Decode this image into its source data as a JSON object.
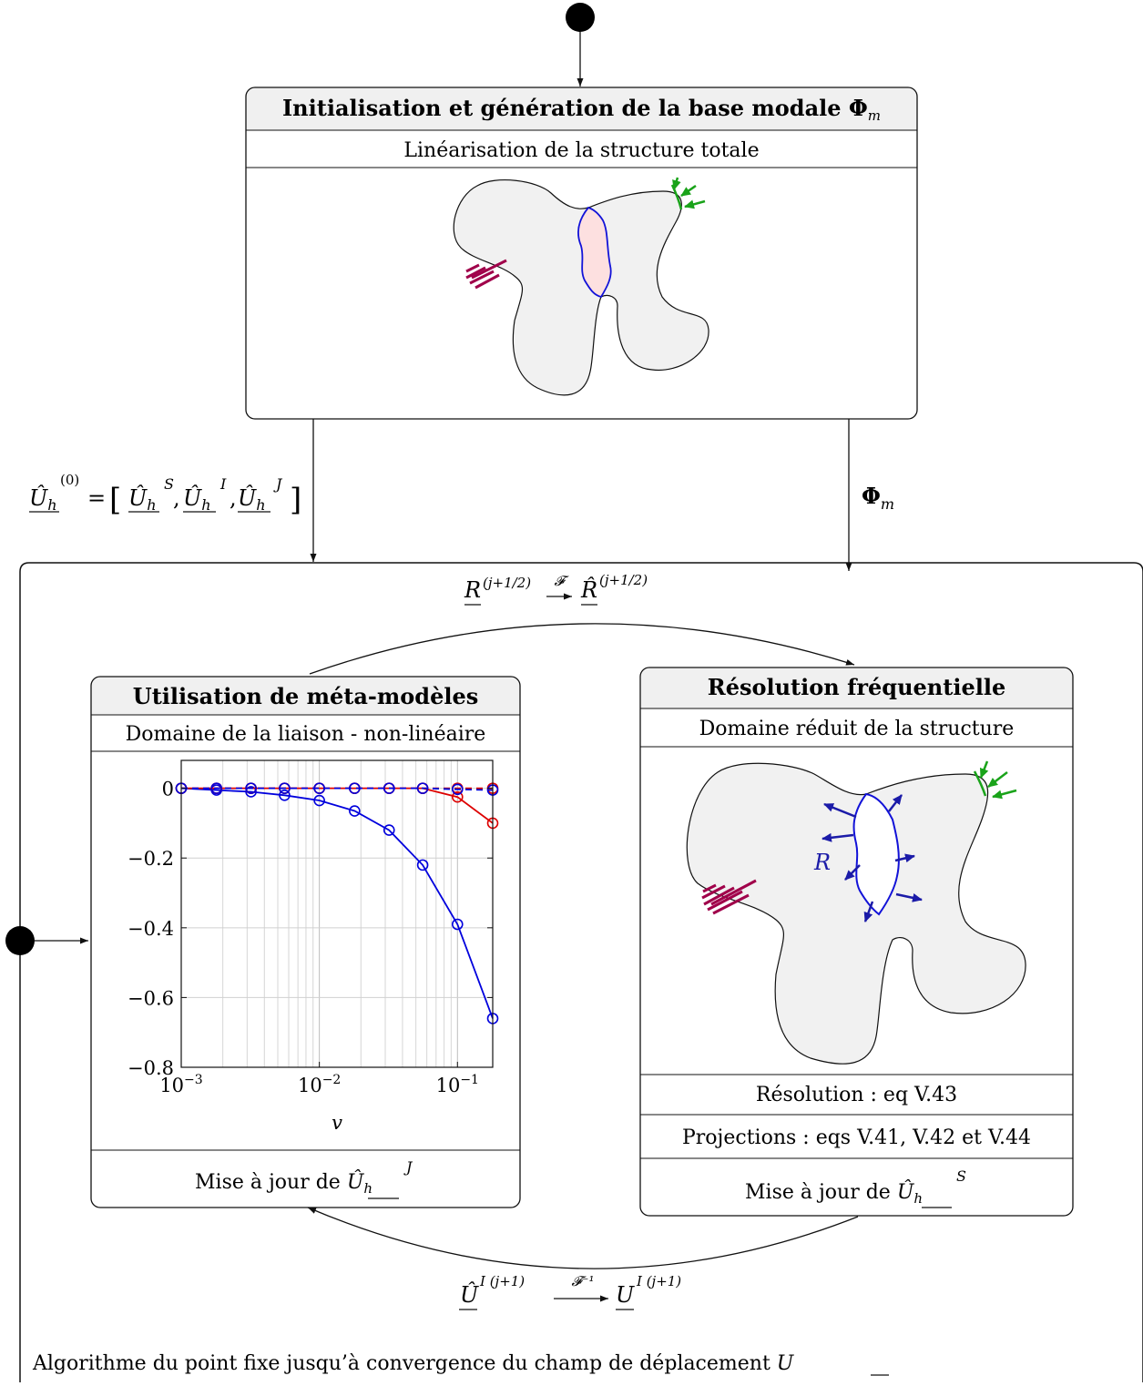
{
  "top_box": {
    "title": "Initialisation et génération de la base modale",
    "title_symbol": "Φ",
    "title_symbol_sub": "m",
    "subtitle": "Linéarisation de la structure totale"
  },
  "arrow_left": {
    "lhs": "Û",
    "lhs_sub": "h",
    "lhs_sup": "(0)",
    "items": [
      {
        "base": "Û",
        "sub": "h",
        "sup": "S"
      },
      {
        "base": "Û",
        "sub": "h",
        "sup": "I"
      },
      {
        "base": "Û",
        "sub": "h",
        "sup": "J"
      }
    ]
  },
  "arrow_right": {
    "symbol": "Φ",
    "sub": "m"
  },
  "loop": {
    "top_arrow": {
      "left": "R",
      "left_sup": "(j+1/2)",
      "op": "𝓕",
      "right": "R̂",
      "right_sup": "(j+1/2)"
    },
    "bottom_arrow": {
      "left": "Û",
      "left_sup": "I (j+1)",
      "op": "𝓕⁻¹",
      "right": "U",
      "right_sup": "I (j+1)"
    },
    "caption": "Algorithme du point fixe jusqu’à convergence du champ de déplacement",
    "caption_symbol": "U"
  },
  "left_box": {
    "title": "Utilisation de méta-modèles",
    "subtitle": "Domaine de la liaison - non-linéaire",
    "footer": "Mise à jour de",
    "footer_symbol": {
      "base": "Û",
      "sub": "h",
      "sup": "J"
    }
  },
  "right_box": {
    "title": "Résolution fréquentielle",
    "subtitle": "Domaine réduit de la structure",
    "interface_label": "R",
    "row1": "Résolution : eq V.43",
    "row2": "Projections : eqs V.41, V.42 et V.44",
    "footer": "Mise à jour de",
    "footer_symbol": {
      "base": "Û",
      "sub": "h",
      "sup": "S"
    }
  },
  "chart_data": {
    "type": "line",
    "xscale": "log",
    "xlabel": "v",
    "ylabel": "",
    "xlim": [
      0.001,
      0.18
    ],
    "ylim": [
      -0.8,
      0.08
    ],
    "xticks": [
      {
        "v": 0.001,
        "label": "10−3"
      },
      {
        "v": 0.01,
        "label": "10−2"
      },
      {
        "v": 0.1,
        "label": "10−1"
      }
    ],
    "yticks": [
      {
        "v": 0,
        "label": "0"
      },
      {
        "v": -0.2,
        "label": "−0.2"
      },
      {
        "v": -0.4,
        "label": "−0.4"
      },
      {
        "v": -0.6,
        "label": "−0.6"
      },
      {
        "v": -0.8,
        "label": "−0.8"
      }
    ],
    "grid": true,
    "x": [
      0.001,
      0.0018,
      0.0032,
      0.0056,
      0.01,
      0.018,
      0.032,
      0.056,
      0.1,
      0.18
    ],
    "series": [
      {
        "color": "#0000dd",
        "style": "solid",
        "marker": "circle",
        "values": [
          0.0,
          -0.005,
          -0.01,
          -0.02,
          -0.035,
          -0.065,
          -0.12,
          -0.22,
          -0.39,
          -0.66
        ]
      },
      {
        "color": "#dd0000",
        "style": "solid",
        "marker": "circle",
        "values": [
          0.0,
          0.0,
          0.0,
          0.0,
          0.0,
          0.0,
          0.0,
          0.0,
          -0.025,
          -0.1
        ]
      },
      {
        "color": "#dd0000",
        "style": "dashed",
        "marker": "circle",
        "values": [
          0.0,
          0.0,
          0.0,
          0.0,
          0.0,
          0.0,
          0.0,
          0.0,
          0.0,
          0.0
        ]
      },
      {
        "color": "#0000dd",
        "style": "dashed",
        "marker": "circle",
        "values": [
          0.0,
          0.0,
          0.0,
          0.0,
          0.0,
          0.0,
          0.0,
          0.0,
          -0.003,
          -0.005
        ]
      }
    ]
  }
}
